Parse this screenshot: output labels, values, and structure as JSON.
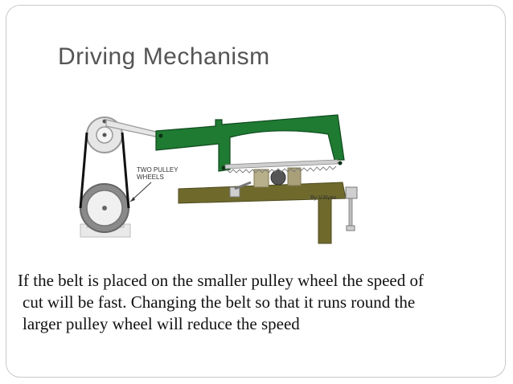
{
  "slide": {
    "title": "Driving Mechanism",
    "body_lines": [
      "If the belt is placed on the smaller pulley wheel the speed of",
      "cut will be fast. Changing the belt so that it runs round the",
      "larger pulley wheel will reduce the speed"
    ]
  },
  "diagram": {
    "pulley_label_line1": "TWO PULLEY",
    "pulley_label_line2": "WHEELS",
    "credit": "By V.Ryan",
    "colors": {
      "saw_frame": "#1f7a32",
      "bench": "#6f6a2c",
      "pulley_grey": "#8a8a8a",
      "belt": "#111111"
    }
  }
}
